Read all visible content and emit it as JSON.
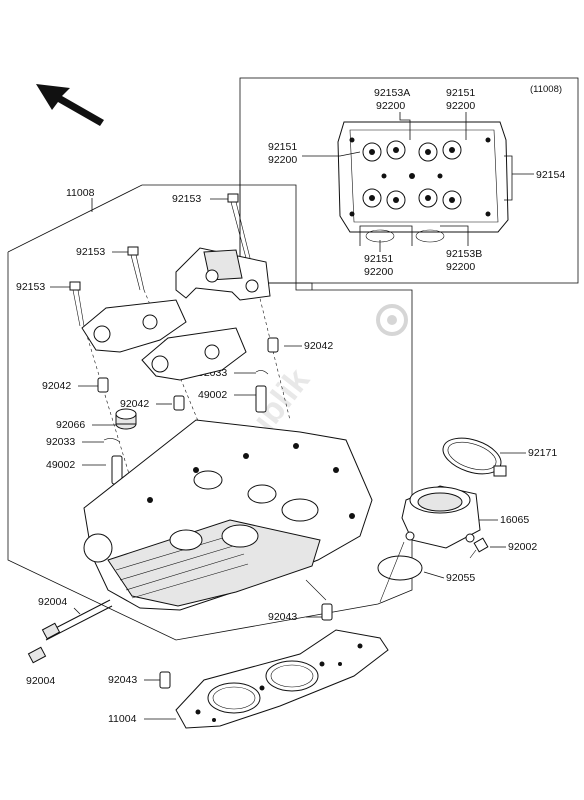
{
  "inset_ref": "(11008)",
  "labels": {
    "l11008": "11008",
    "l92153_top": "92153",
    "l92153_mid": "92153",
    "l92153_left": "92153",
    "l92042_right": "92042",
    "l92042_left": "92042",
    "l92042_mid": "92042",
    "l92033_right": "92033",
    "l49002_right": "49002",
    "l92066": "92066",
    "l92033_left": "92033",
    "l49002_left": "49002",
    "l92171": "92171",
    "l16065": "16065",
    "l92002": "92002",
    "l92055": "92055",
    "l92004_a": "92004",
    "l92004_b": "92004",
    "l92043_right": "92043",
    "l92043_left": "92043",
    "l11004": "11004",
    "i92153A": "92153A",
    "i92200_a": "92200",
    "i92151_a": "92151",
    "i92200_b": "92200",
    "i92151_b": "92151",
    "i92200_c": "92200",
    "i92154": "92154",
    "i92151_c": "92151",
    "i92200_d": "92200",
    "i92153B": "92153B",
    "i92200_e": "92200"
  }
}
